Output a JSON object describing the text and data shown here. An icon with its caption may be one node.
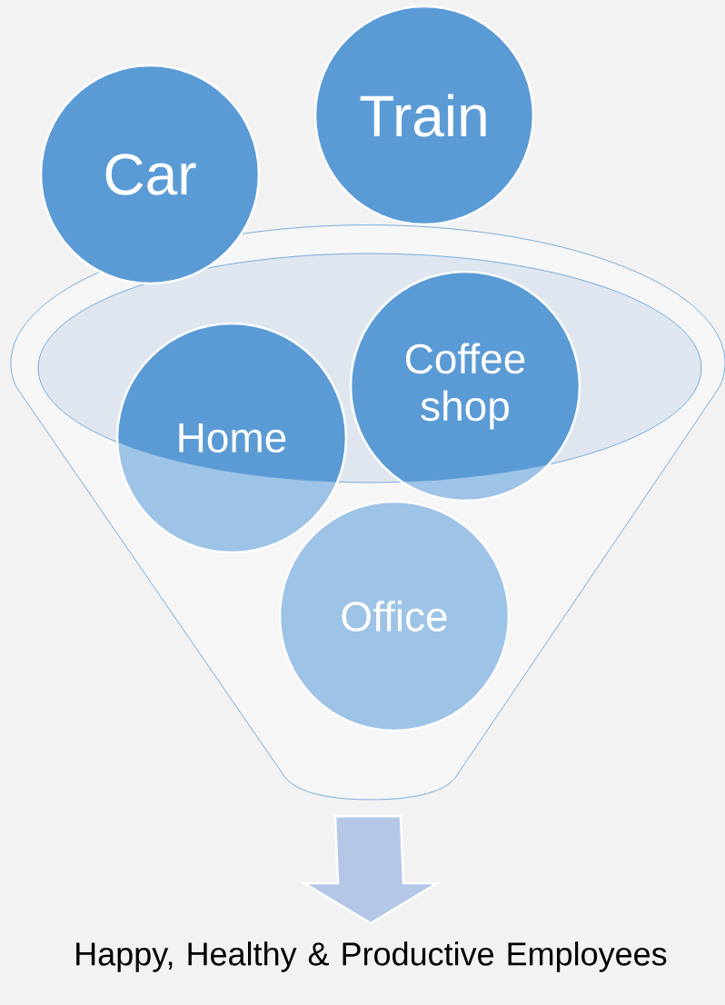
{
  "diagram": {
    "nodes": [
      {
        "text": [],
        "shape": "funnel"
      },
      {
        "text": [
          "Car"
        ]
      },
      {
        "text": [
          "Train"
        ]
      },
      {
        "text": [
          "Home"
        ],
        "in": 0
      },
      {
        "text": [
          "Coffee shop"
        ],
        "in": 0
      },
      {
        "text": [
          "Office"
        ],
        "in": 0
      },
      {
        "text": [
          "Happy, Healthy & Productive Employees"
        ]
      }
    ],
    "edges": [
      {
        "from": 0,
        "to": 6,
        "arrow": "to"
      }
    ]
  }
}
